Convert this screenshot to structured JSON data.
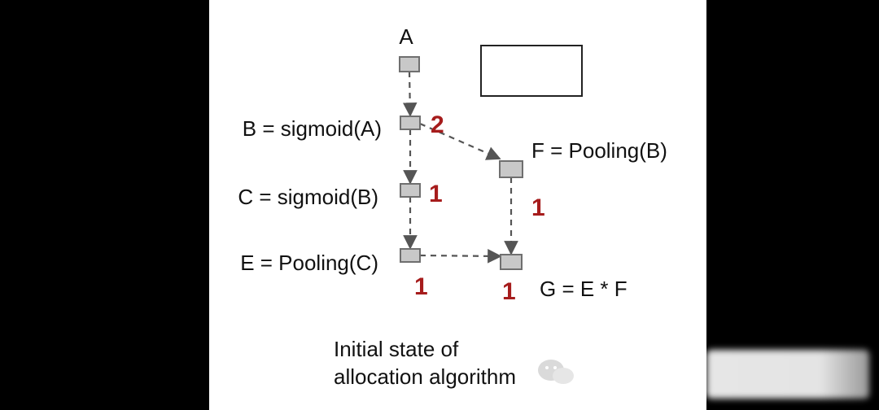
{
  "colors": {
    "background": "#000000",
    "panel": "#ffffff",
    "node_fill": "#c8c8c8",
    "node_stroke": "#6f6f6f",
    "edge": "#555555",
    "count": "#a61c1c"
  },
  "nodes": {
    "A": {
      "label": "A",
      "count": ""
    },
    "B": {
      "label": "B = sigmoid(A)",
      "count": "2"
    },
    "C": {
      "label": "C = sigmoid(B)",
      "count": "1"
    },
    "E": {
      "label": "E = Pooling(C)",
      "count": "1"
    },
    "F": {
      "label": "F = Pooling(B)",
      "count": "1"
    },
    "G": {
      "label": "G = E * F",
      "count": "1"
    }
  },
  "edges": [
    {
      "from": "A",
      "to": "B"
    },
    {
      "from": "B",
      "to": "C"
    },
    {
      "from": "B",
      "to": "F"
    },
    {
      "from": "C",
      "to": "E"
    },
    {
      "from": "E",
      "to": "G"
    },
    {
      "from": "F",
      "to": "G"
    }
  ],
  "caption": {
    "line1": "Initial state of",
    "line2": "allocation algorithm"
  }
}
